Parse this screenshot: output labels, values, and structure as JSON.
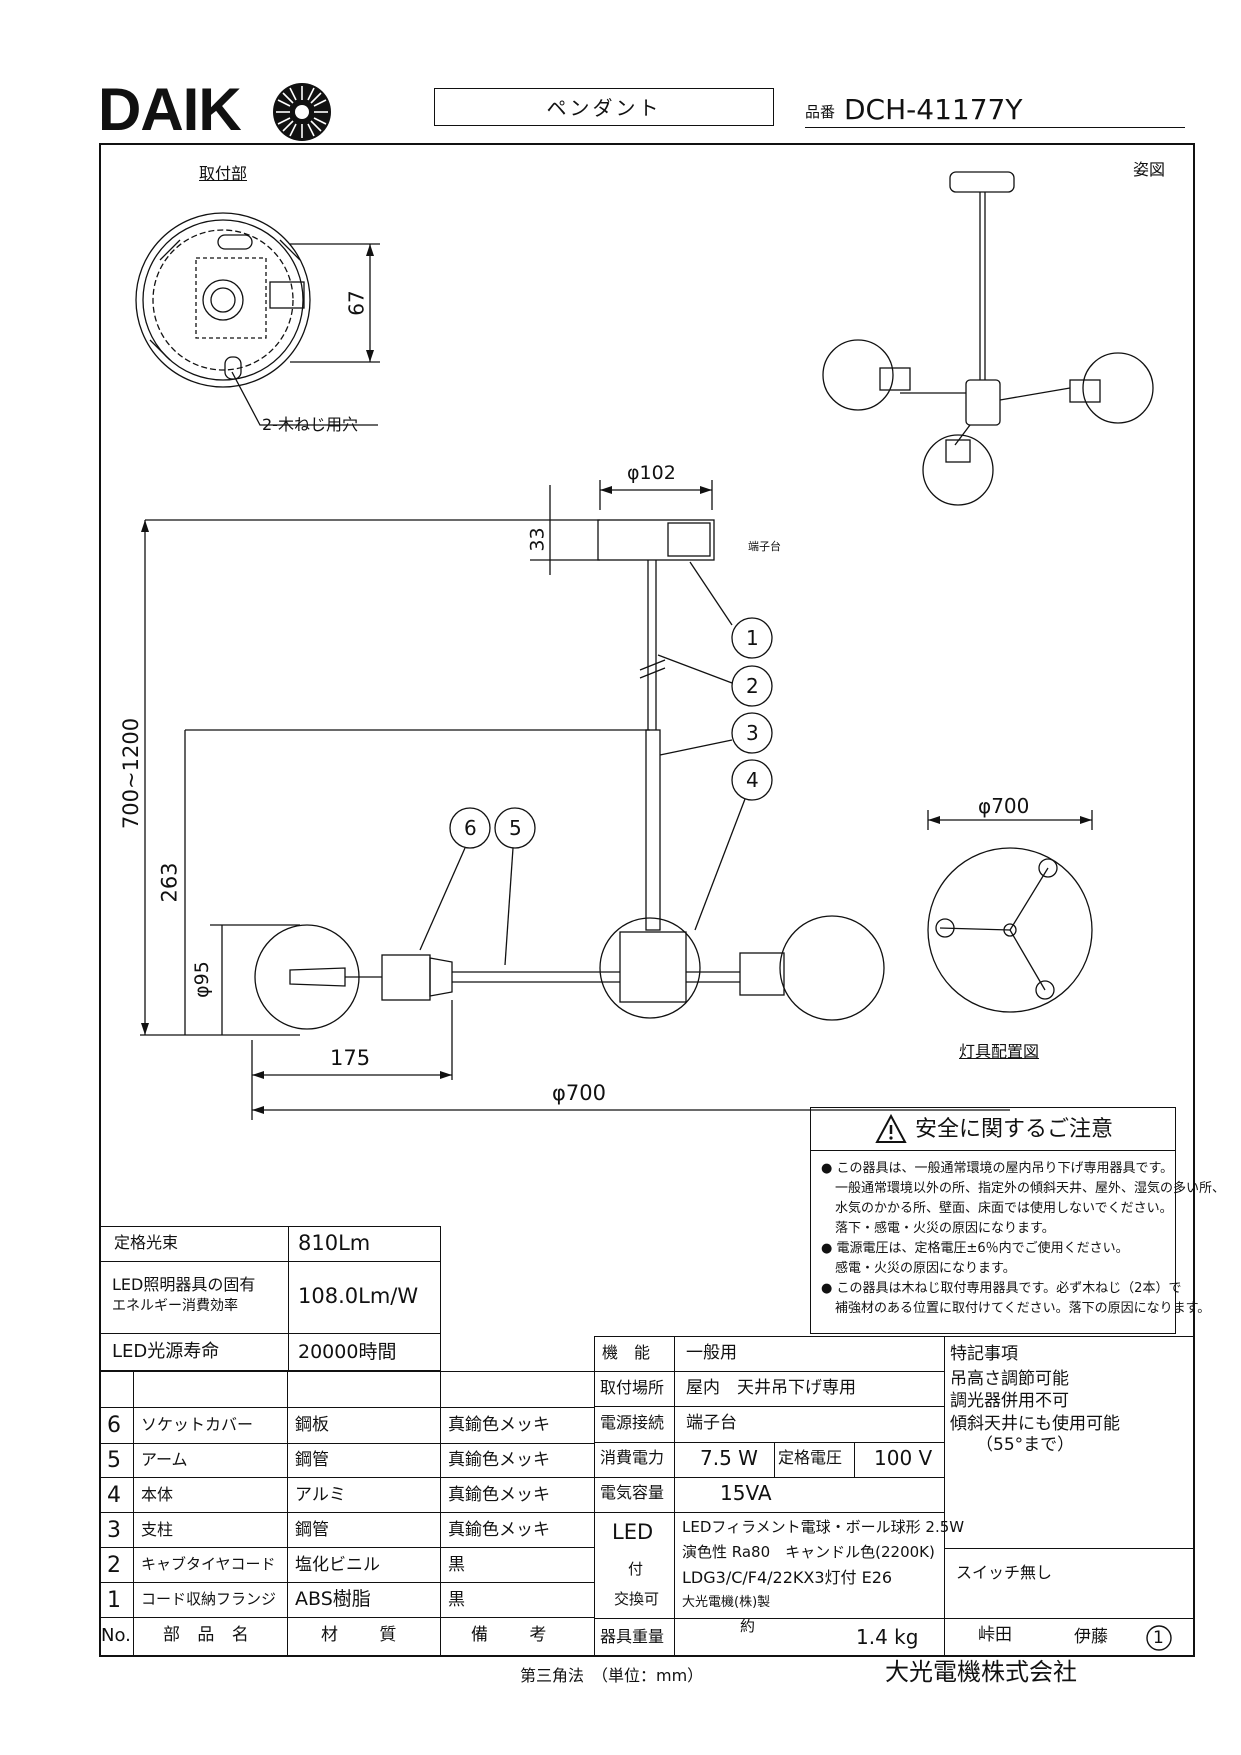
{
  "header": {
    "brand": "DAIK",
    "product_type": "ペンダント",
    "model_prefix": "品番",
    "model_number": "DCH-41177Y"
  },
  "drawing": {
    "mount_title": "取付部",
    "mount_dim": "67",
    "screw_holes": "2-木ねじ用穴",
    "view_title": "姿図",
    "dia_top": "φ102",
    "dim_33": "33",
    "terminal": "端子台",
    "dim_height_range": "700~1200",
    "dim_263": "263",
    "dim_95": "φ95",
    "dim_175": "175",
    "dia_span": "φ700",
    "layout_dia": "φ700",
    "layout_title": "灯具配置図",
    "callouts": [
      "1",
      "2",
      "3",
      "4",
      "5",
      "6"
    ]
  },
  "safety": {
    "title": "安全に関するご注意",
    "lines": [
      "● この器具は、一般通常環境の屋内吊り下げ専用器具です。",
      "一般通常環境以外の所、指定外の傾斜天井、屋外、湿気の多い所、",
      "水気のかかる所、壁面、床面では使用しないでください。",
      "落下・感電・火災の原因になります。",
      "● 電源電圧は、定格電圧±6％内でご使用ください。",
      "感電・火災の原因になります。",
      "● この器具は木ねじ取付専用器具です。必ず木ねじ（2本）で",
      "補強材のある位置に取付けてください。落下の原因になります。"
    ]
  },
  "specs_left": [
    {
      "label": "定格光束",
      "value": "810Lm"
    },
    {
      "label": "LED照明器具の固有\nエネルギー消費効率",
      "label1": "LED照明器具の固有",
      "label2": "エネルギー消費効率",
      "value": "108.0Lm/W"
    },
    {
      "label": "LED光源寿命",
      "value": "20000時間"
    }
  ],
  "parts": {
    "header": {
      "no": "No.",
      "name": "部 品 名",
      "material": "材 質",
      "note": "備 考"
    },
    "rows": [
      {
        "no": "6",
        "name": "ソケットカバー",
        "material": "鋼板",
        "note": "真鍮色メッキ"
      },
      {
        "no": "5",
        "name": "アーム",
        "material": "鋼管",
        "note": "真鍮色メッキ"
      },
      {
        "no": "4",
        "name": "本体",
        "material": "アルミ",
        "note": "真鍮色メッキ"
      },
      {
        "no": "3",
        "name": "支柱",
        "material": "鋼管",
        "note": "真鍮色メッキ"
      },
      {
        "no": "2",
        "name": "キャブタイヤコード",
        "material": "塩化ビニル",
        "note": "黒"
      },
      {
        "no": "1",
        "name": "コード収納フランジ",
        "material": "ABS樹脂",
        "note": "黒"
      }
    ]
  },
  "specs_right": {
    "function_label": "機　能",
    "function": "一般用",
    "install_label": "取付場所",
    "install": "屋内　天井吊下げ専用",
    "power_conn_label": "電源接続",
    "power_conn": "端子台",
    "consumption_label": "消費電力",
    "consumption": "7.5 W",
    "voltage_label": "定格電圧",
    "voltage": "100 V",
    "capacity_label": "電気容量",
    "capacity": "15VA",
    "led_label1": "LED",
    "led_label2": "付",
    "led_label3": "交換可",
    "led_line1": "LEDフィラメント電球・ボール球形 2.5W",
    "led_line2": "演色性 Ra80　キャンドル色(2200K)",
    "led_line3": "LDG3/C/F4/22KX3灯付 E26",
    "led_line4": "大光電機(株)製",
    "weight_label": "器具重量",
    "weight_prefix": "約",
    "weight": "1.4 kg"
  },
  "remarks": {
    "title": "特記事項",
    "lines": [
      "吊高さ調節可能",
      "調光器併用不可",
      "傾斜天井にも使用可能",
      "（55°まで）"
    ],
    "switch": "スイッチ無し"
  },
  "signature": {
    "name1": "峠田",
    "name2": "伊藤",
    "sheet": "1"
  },
  "footer": {
    "projection": "第三角法　（単位：mm）",
    "company": "大光電機株式会社"
  }
}
